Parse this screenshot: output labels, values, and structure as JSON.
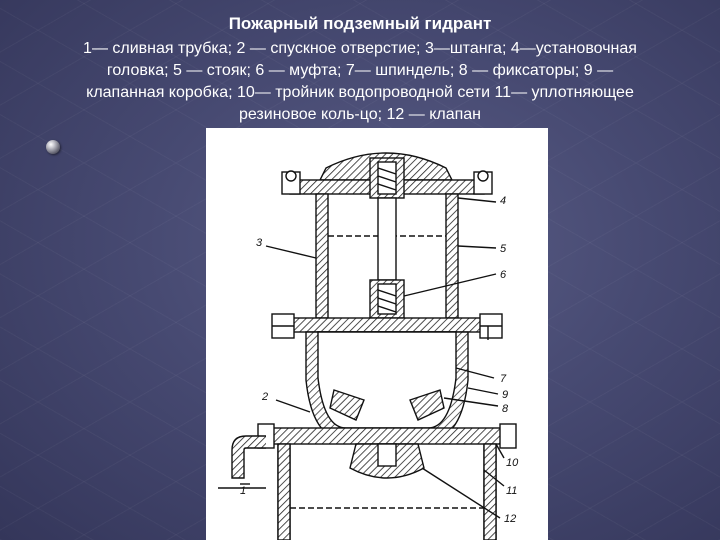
{
  "slide": {
    "title": "Пожарный подземный гидрант",
    "caption_lines": [
      "1— сливная трубка; 2 — спускное отверстие; 3—штанга; 4—установочная",
      "головка; 5 — стояк; 6 — муфта; 7— шпиндель;  8 — фиксаторы; 9 —",
      "клапанная коробка; 10— тройник водопроводной сети  11— уплотняющее",
      "резиновое коль-цо;       12 — клапан"
    ]
  },
  "diagram": {
    "labels": {
      "n1": "1",
      "n2": "2",
      "n3": "3",
      "n4": "4",
      "n5": "5",
      "n6": "6",
      "n7": "7",
      "n8": "8",
      "n9": "9",
      "n10": "10",
      "n11": "11",
      "n12": "12"
    }
  }
}
